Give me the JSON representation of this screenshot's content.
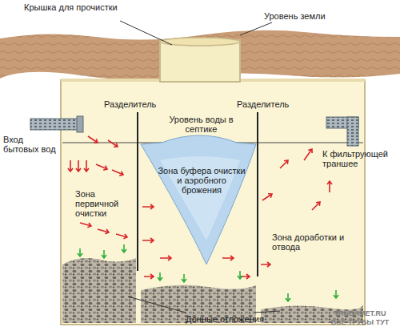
{
  "diagram": {
    "labels": [
      "Крышка для прочистки",
      "Уровень земли",
      "Разделитель",
      "Разделитель",
      "Уровень воды в септике",
      "Вход бытовых вод",
      "К фильтрующей траншее",
      "Зона первичной очистки",
      "Зона буфера очистки и аэробного брожения",
      "Зона доработки и отвода",
      "Донные отложения",
      "TRUBAMET.RU",
      "ВСЕ ТРУБЫ ТУТ"
    ]
  }
}
